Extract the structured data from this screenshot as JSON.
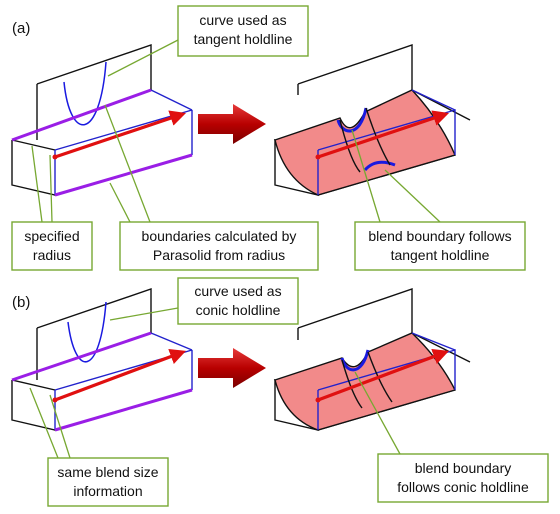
{
  "panel_a": {
    "label": "(a)",
    "callouts": {
      "holdline": [
        "curve used as",
        "tangent holdline"
      ],
      "radius": [
        "specified",
        "radius"
      ],
      "boundaries": [
        "boundaries calculated by",
        "Parasolid from radius"
      ],
      "result": [
        "blend boundary follows",
        "tangent holdline"
      ]
    }
  },
  "panel_b": {
    "label": "(b)",
    "callouts": {
      "holdline": [
        "curve used as",
        "conic holdline"
      ],
      "size": [
        "same blend size",
        "information"
      ],
      "result": [
        "blend boundary",
        "follows conic holdline"
      ]
    }
  },
  "colors": {
    "purple_boundary": "#9a1ee6",
    "red_arrow": "#e01010",
    "blend_face": "#f28a8a",
    "blend_boundary": "#1a1ae0",
    "callout_border": "#77a832",
    "transition_arrow": "#cc0000"
  }
}
